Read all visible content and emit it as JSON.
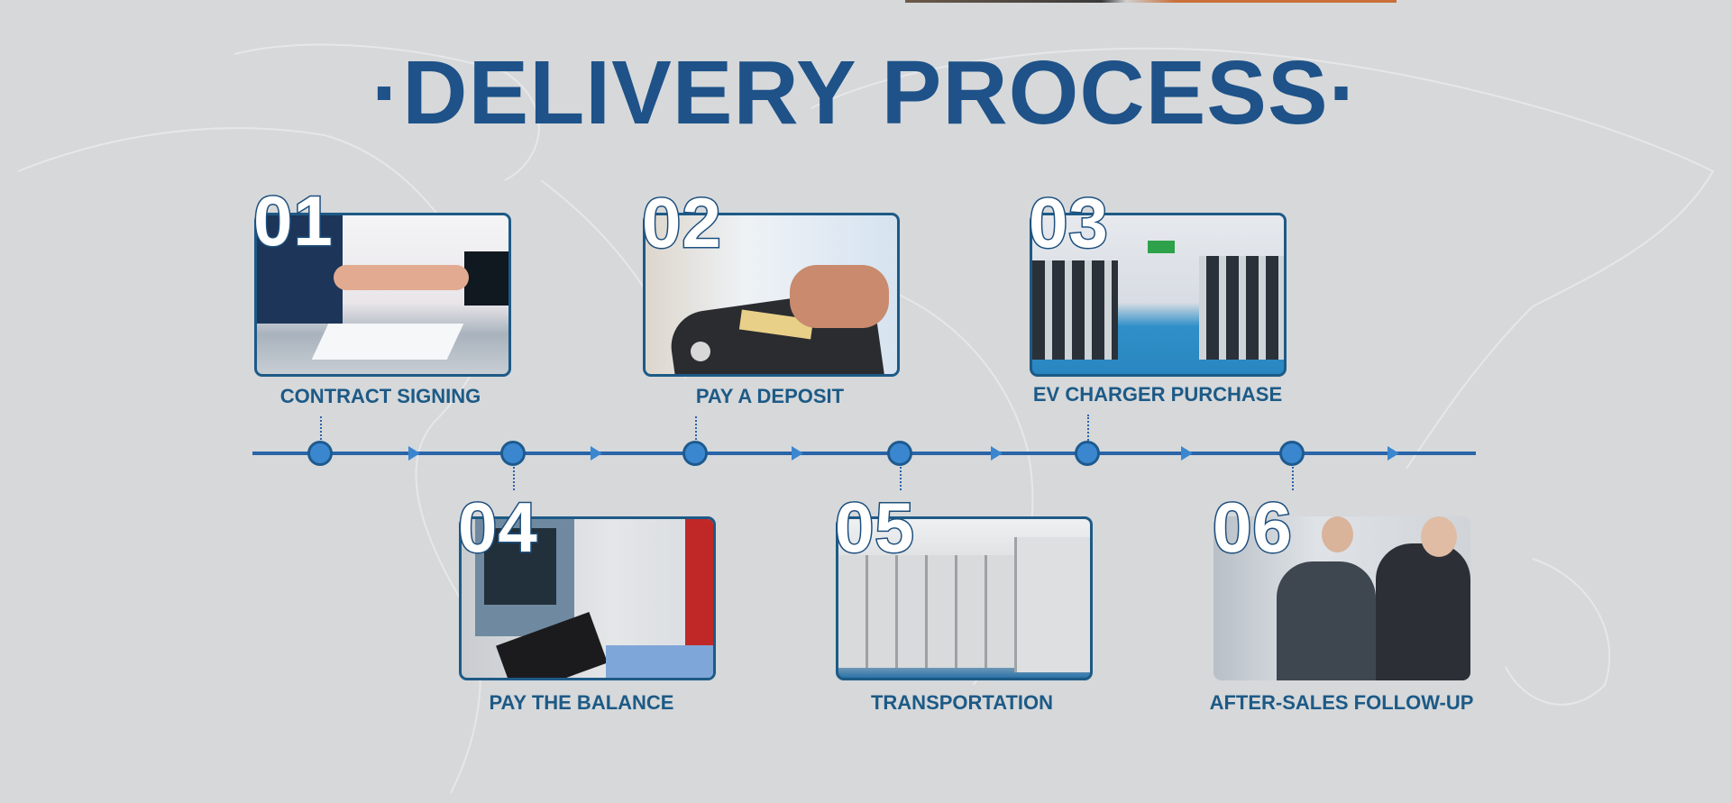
{
  "title": "·DELIVERY PROCESS·",
  "steps": [
    {
      "num": "01",
      "label": "CONTRACT SIGNING",
      "image": "handshake-photo"
    },
    {
      "num": "02",
      "label": "PAY A DEPOSIT",
      "image": "card-payment-photo"
    },
    {
      "num": "03",
      "label": "EV CHARGER PURCHASE",
      "image": "charger-warehouse-photo"
    },
    {
      "num": "04",
      "label": "PAY THE BALANCE",
      "image": "atm-photo"
    },
    {
      "num": "05",
      "label": "TRANSPORTATION",
      "image": "packed-chargers-photo"
    },
    {
      "num": "06",
      "label": "AFTER-SALES FOLLOW-UP",
      "image": "customer-service-photo"
    }
  ],
  "colors": {
    "primary": "#1e5288",
    "timeline": "#2a64a8",
    "dot": "#3b87cf",
    "background": "#d6d8da"
  }
}
